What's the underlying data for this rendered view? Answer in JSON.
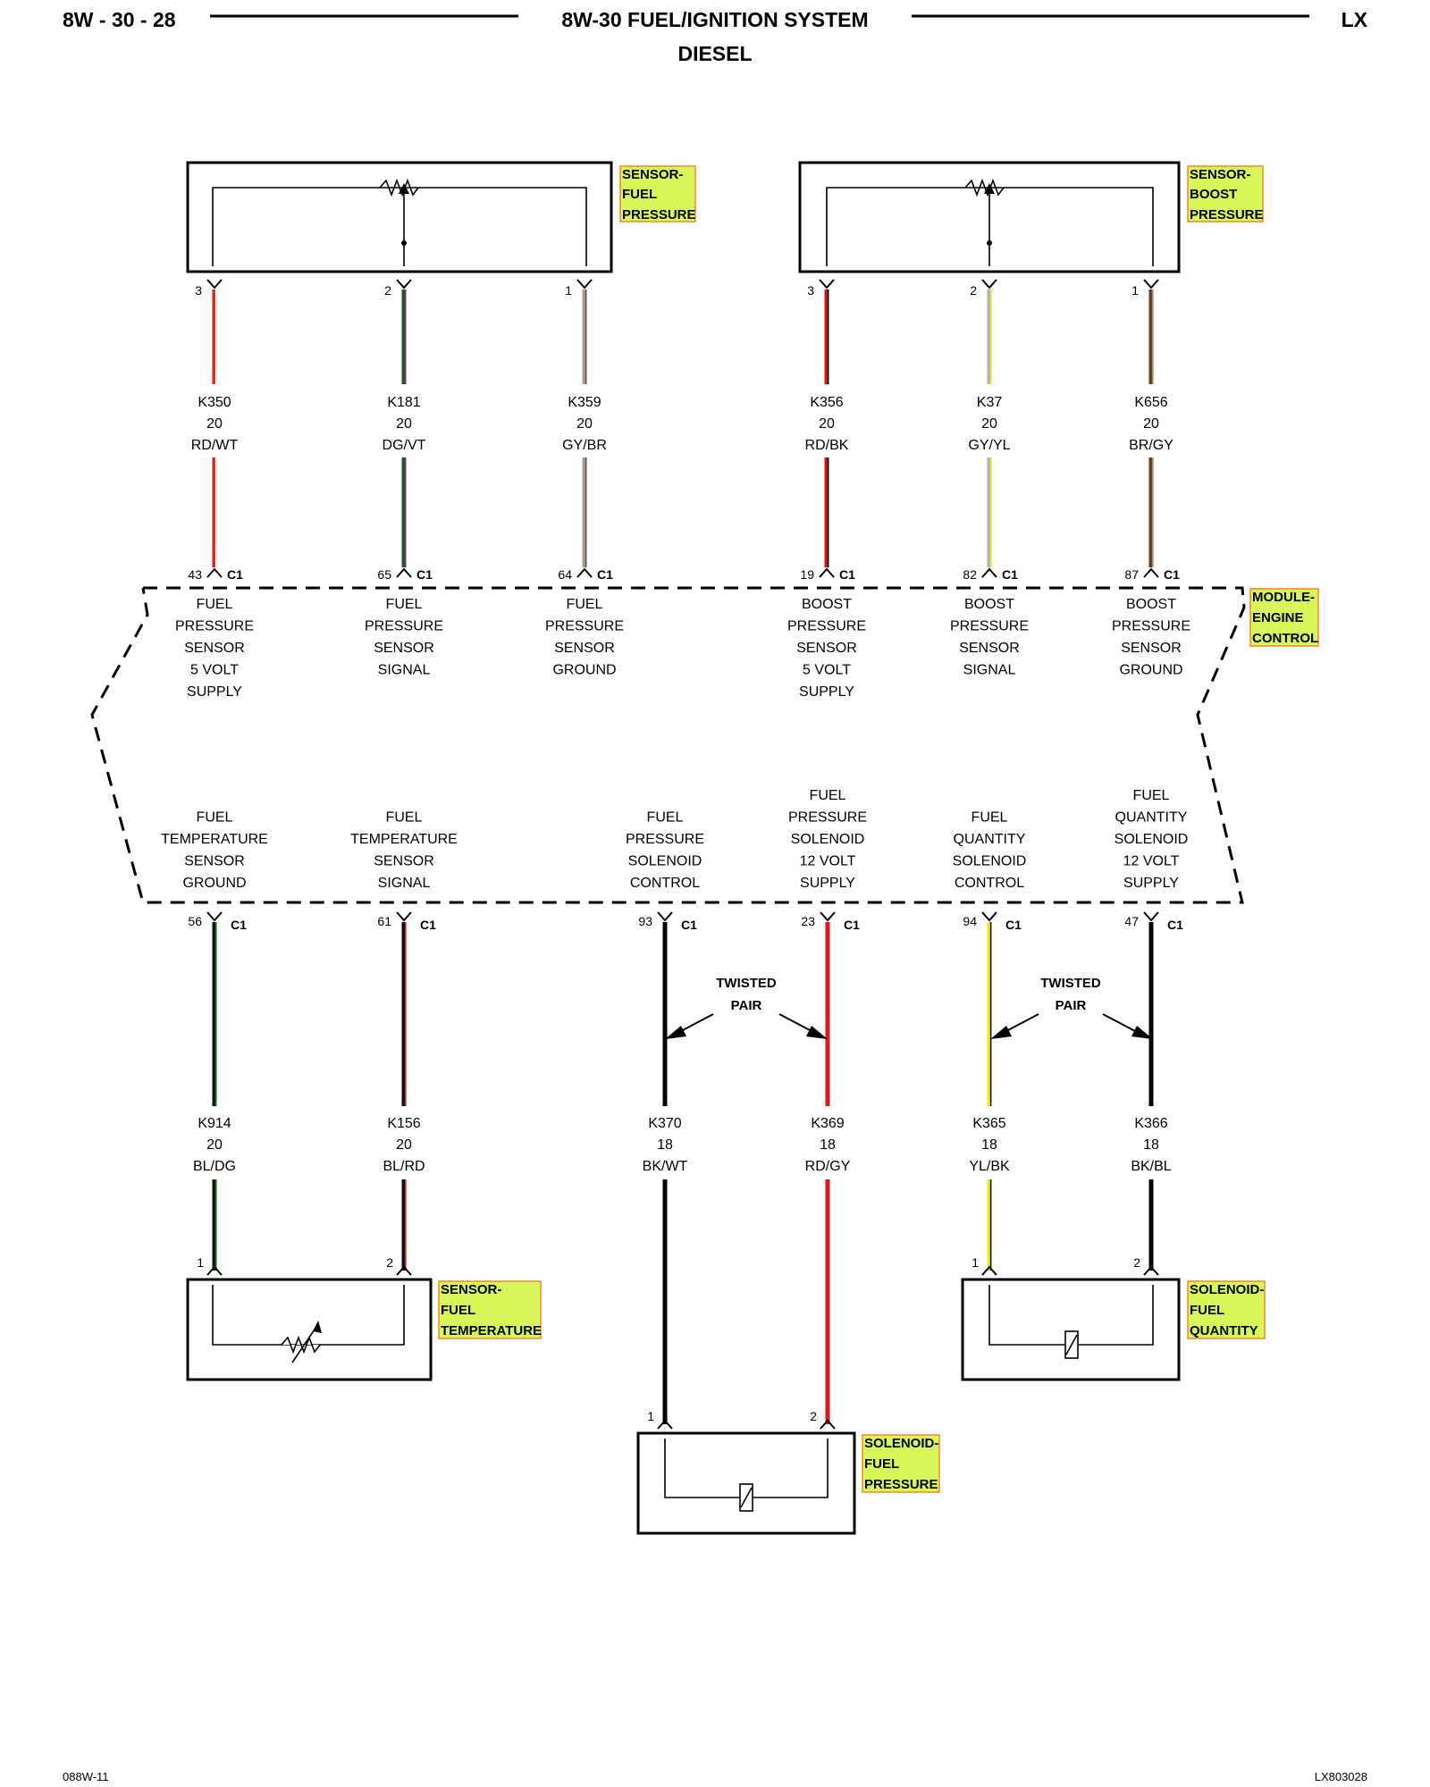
{
  "header": {
    "page_number": "8W - 30 - 28",
    "title": "8W-30 FUEL/IGNITION SYSTEM",
    "subtitle": "DIESEL",
    "model": "LX"
  },
  "components": {
    "sensor_fuel_pressure": [
      "SENSOR-",
      "FUEL",
      "PRESSURE"
    ],
    "sensor_boost_pressure": [
      "SENSOR-",
      "BOOST",
      "PRESSURE"
    ],
    "module_engine_control": [
      "MODULE-",
      "ENGINE",
      "CONTROL"
    ],
    "sensor_fuel_temperature": [
      "SENSOR-",
      "FUEL",
      "TEMPERATURE"
    ],
    "solenoid_fuel_quantity": [
      "SOLENOID-",
      "FUEL",
      "QUANTITY"
    ],
    "solenoid_fuel_pressure": [
      "SOLENOID-",
      "FUEL",
      "PRESSURE"
    ]
  },
  "top_wires": [
    {
      "sensor_pin": "3",
      "circuit": "K350",
      "gauge": "20",
      "color_code": "RD/WT",
      "colors": [
        "#e02020",
        "#ffffff"
      ],
      "ecm_pin": "43",
      "connector": "C1",
      "function": [
        "FUEL",
        "PRESSURE",
        "SENSOR",
        "5 VOLT",
        "SUPPLY"
      ]
    },
    {
      "sensor_pin": "2",
      "circuit": "K181",
      "gauge": "20",
      "color_code": "DG/VT",
      "colors": [
        "#1a5c1a",
        "#7a2a8a"
      ],
      "ecm_pin": "65",
      "connector": "C1",
      "function": [
        "FUEL",
        "PRESSURE",
        "SENSOR",
        "SIGNAL"
      ]
    },
    {
      "sensor_pin": "1",
      "circuit": "K359",
      "gauge": "20",
      "color_code": "GY/BR",
      "colors": [
        "#a0a0a0",
        "#7a4a1a"
      ],
      "ecm_pin": "64",
      "connector": "C1",
      "function": [
        "FUEL",
        "PRESSURE",
        "SENSOR",
        "GROUND"
      ]
    },
    {
      "sensor_pin": "3",
      "circuit": "K356",
      "gauge": "20",
      "color_code": "RD/BK",
      "colors": [
        "#d01818",
        "#000000"
      ],
      "ecm_pin": "19",
      "connector": "C1",
      "function": [
        "BOOST",
        "PRESSURE",
        "SENSOR",
        "5 VOLT",
        "SUPPLY"
      ]
    },
    {
      "sensor_pin": "2",
      "circuit": "K37",
      "gauge": "20",
      "color_code": "GY/YL",
      "colors": [
        "#b0b0b0",
        "#f0f020"
      ],
      "ecm_pin": "82",
      "connector": "C1",
      "function": [
        "BOOST",
        "PRESSURE",
        "SENSOR",
        "SIGNAL"
      ]
    },
    {
      "sensor_pin": "1",
      "circuit": "K656",
      "gauge": "20",
      "color_code": "BR/GY",
      "colors": [
        "#6a3a10",
        "#909090"
      ],
      "ecm_pin": "87",
      "connector": "C1",
      "function": [
        "BOOST",
        "PRESSURE",
        "SENSOR",
        "GROUND"
      ]
    }
  ],
  "bottom_wires": [
    {
      "ecm_pin": "56",
      "connector": "C1",
      "circuit": "K914",
      "gauge": "20",
      "color_code": "BL/DG",
      "colors": [
        "#101010",
        "#1a7a1a"
      ],
      "device_pin": "1",
      "function": [
        "FUEL",
        "TEMPERATURE",
        "SENSOR",
        "GROUND"
      ]
    },
    {
      "ecm_pin": "61",
      "connector": "C1",
      "circuit": "K156",
      "gauge": "20",
      "color_code": "BL/RD",
      "colors": [
        "#101010",
        "#c02020"
      ],
      "device_pin": "2",
      "function": [
        "FUEL",
        "TEMPERATURE",
        "SENSOR",
        "SIGNAL"
      ]
    },
    {
      "ecm_pin": "93",
      "connector": "C1",
      "circuit": "K370",
      "gauge": "18",
      "color_code": "BK/WT",
      "colors": [
        "#000000",
        "#000000"
      ],
      "device_pin": "1",
      "function": [
        "FUEL",
        "PRESSURE",
        "SOLENOID",
        "CONTROL"
      ]
    },
    {
      "ecm_pin": "23",
      "connector": "C1",
      "circuit": "K369",
      "gauge": "18",
      "color_code": "RD/GY",
      "colors": [
        "#e01818",
        "#e01818"
      ],
      "device_pin": "2",
      "function": [
        "FUEL",
        "PRESSURE",
        "SOLENOID",
        "12 VOLT",
        "SUPPLY"
      ]
    },
    {
      "ecm_pin": "94",
      "connector": "C1",
      "circuit": "K365",
      "gauge": "18",
      "color_code": "YL/BK",
      "colors": [
        "#f5f000",
        "#000000"
      ],
      "device_pin": "1",
      "function": [
        "FUEL",
        "QUANTITY",
        "SOLENOID",
        "CONTROL"
      ]
    },
    {
      "ecm_pin": "47",
      "connector": "C1",
      "circuit": "K366",
      "gauge": "18",
      "color_code": "BK/BL",
      "colors": [
        "#000000",
        "#000000"
      ],
      "device_pin": "2",
      "function": [
        "FUEL",
        "QUANTITY",
        "SOLENOID",
        "12 VOLT",
        "SUPPLY"
      ]
    }
  ],
  "twisted_pair_label": [
    "TWISTED",
    "PAIR"
  ],
  "footer": {
    "left_code": "088W-11",
    "right_code": "LX803028"
  },
  "colors": {
    "tag_fill": "#d8f55a",
    "tag_border": "#f08a20"
  }
}
